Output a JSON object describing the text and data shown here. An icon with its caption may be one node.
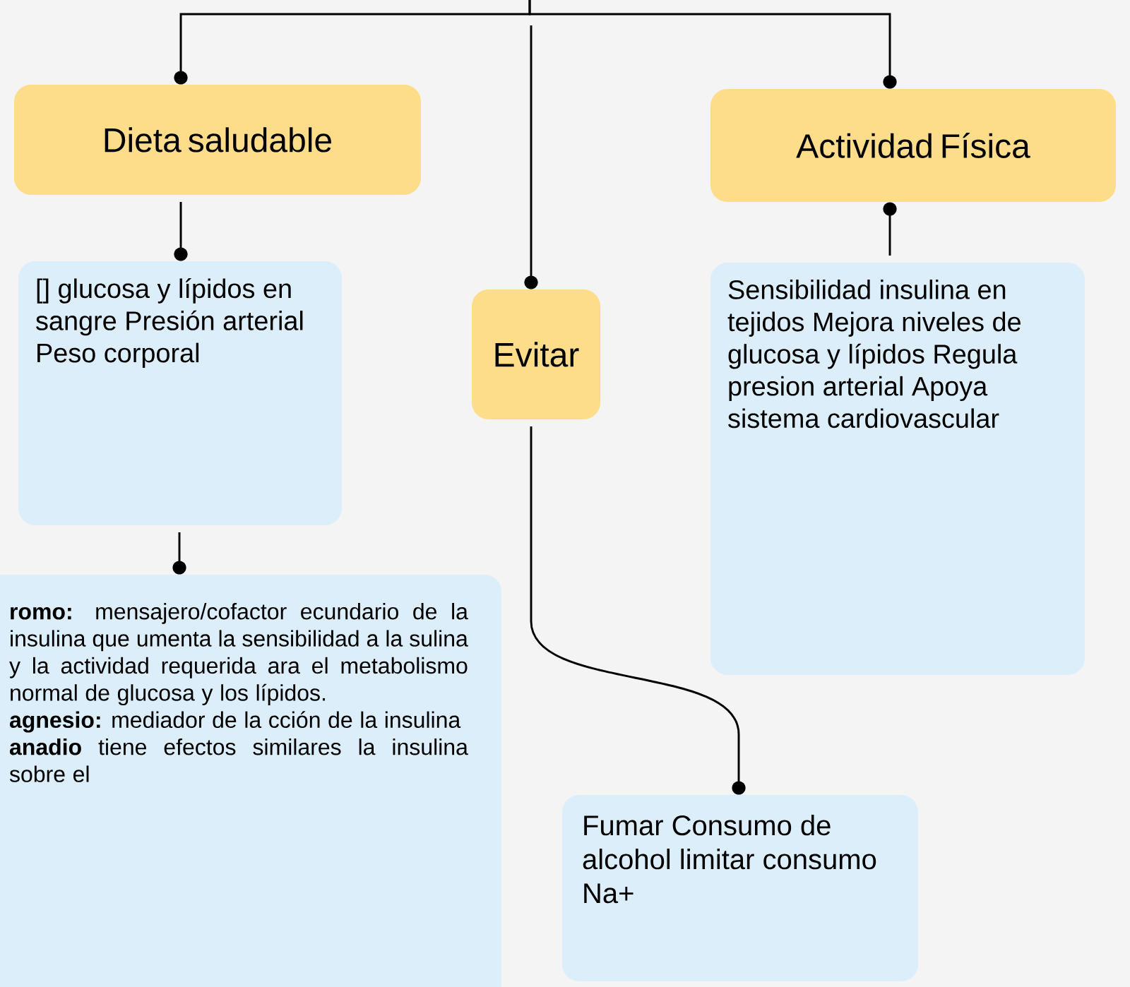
{
  "diagram": {
    "nodes": [
      {
        "text": [
          "Dieta saludable"
        ]
      },
      {
        "text": [
          "Actividad Física"
        ]
      },
      {
        "text": [
          "Evitar"
        ]
      },
      {
        "text": [
          "[] glucosa y lípidos en sangre Presión arterial Peso corporal"
        ]
      },
      {
        "text": [
          "Sensibilidad insulina en tejidos Mejora niveles de glucosa y lípidos Regula presion arterial Apoya sistema cardiovascular"
        ]
      },
      {
        "text": [
          "**romo:** mensajero/cofactor ecundario de la insulina que umenta la sensibilidad a la sulina y la actividad requerida ara el metabolismo normal de glucosa y los lípidos.",
          "**agnesio:** mediador de la cción de la insulina",
          "**anadio** tiene efectos similares la insulina sobre el"
        ]
      },
      {
        "text": [
          "Fumar Consumo de alcohol limitar consumo Na+"
        ]
      }
    ],
    "edges": [
      {
        "from": null,
        "to": 0,
        "arrow": "other"
      },
      {
        "from": null,
        "to": 1,
        "arrow": "other"
      },
      {
        "from": null,
        "to": 2,
        "arrow": "other"
      },
      {
        "from": 0,
        "to": 3,
        "arrow": "other"
      },
      {
        "from": 4,
        "to": 1,
        "arrow": "other"
      },
      {
        "from": 3,
        "to": 5,
        "arrow": "other"
      },
      {
        "from": 2,
        "to": 6,
        "arrow": "other"
      }
    ]
  }
}
